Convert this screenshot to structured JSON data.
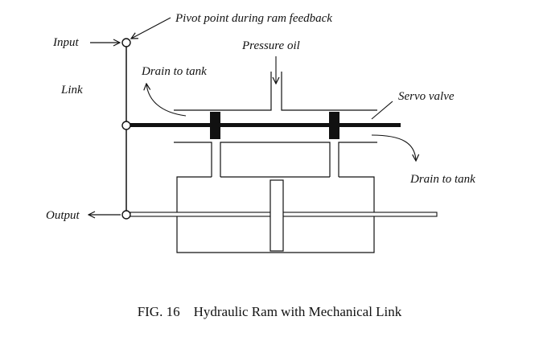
{
  "diagram": {
    "labels": {
      "input": "Input",
      "pivot": "Pivot point during ram feedback",
      "pressure_oil": "Pressure oil",
      "drain_left": "Drain to tank",
      "link": "Link",
      "servo_valve": "Servo valve",
      "drain_right": "Drain to tank",
      "output": "Output"
    },
    "caption": "FIG. 16    Hydraulic Ram with Mechanical Link"
  }
}
